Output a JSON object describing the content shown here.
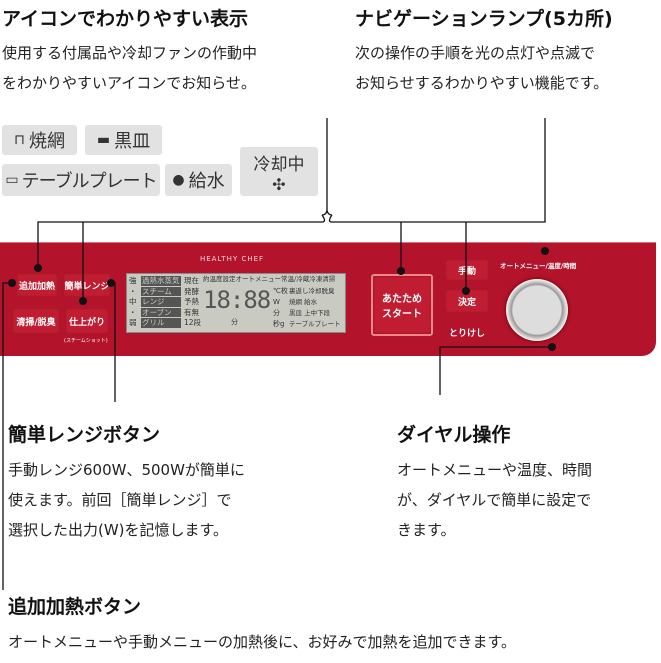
{
  "features": [
    {
      "title": "アイコンでわかりやすい表示",
      "desc": [
        "使用する付属品や冷却ファンの作動中",
        "をわかりやすいアイコンでお知らせ。"
      ]
    },
    {
      "title": "ナビゲーションランプ(5カ所)",
      "desc": [
        "次の操作の手順を光の点灯や点滅で",
        "お知らせするわかりやすい機能です。"
      ]
    },
    {
      "title": "簡単レンジボタン",
      "desc": [
        "手動レンジ600W、500Wが簡単に",
        "使えます。前回［簡単レンジ］で",
        "選択した出力(W)を記憶します。"
      ]
    },
    {
      "title": "ダイヤル操作",
      "desc": [
        "オートメニューや温度、時間",
        "が、ダイヤルで簡単に設定で",
        "きます。"
      ]
    },
    {
      "title": "追加加熱ボタン",
      "desc": [
        "オートメニューや手動メニューの加熱後に、お好みで加熱を追加できます。"
      ]
    }
  ],
  "icons": {
    "grill": "焼網",
    "black_tray": "黒皿",
    "table_plate": "テーブルプレート",
    "water": "給水",
    "cooling": "冷却中"
  },
  "panel": {
    "brand": "HEALTHY CHEF",
    "buttons": {
      "extra_heat": "追加加熱",
      "easy_range": "簡単レンジ",
      "clean": "清掃/脱臭",
      "finish": "仕上がり",
      "finish_sub": "(スチームショット)",
      "start": [
        "あたため",
        "スタート"
      ],
      "manual": "手動",
      "confirm": "決定",
      "cancel": "とりけし"
    },
    "dial_label": "オートメニュー/温度/時間",
    "lcd": {
      "power": [
        "強",
        "・",
        "中",
        "・",
        "弱"
      ],
      "modes": [
        "過熱水蒸気",
        "スチーム",
        "レンジ",
        "オーブン",
        "グリル"
      ],
      "col2": [
        "現在",
        "発酵",
        "予熱",
        "有無",
        "12段"
      ],
      "top": "約温度設定オートメニュー常温/冷蔵冷凍清掃",
      "digits": "18:88",
      "units": [
        "℃枚",
        "W",
        "分",
        "秒g"
      ],
      "right": [
        "裏返し冷却脱臭",
        "焼網 給水",
        "黒皿 上中下段",
        "テーブルプレート"
      ],
      "min": "分"
    }
  },
  "colors": {
    "panel": "#b3142b",
    "tag": "#e2e2e2",
    "lcd": "#c9cbc3"
  }
}
